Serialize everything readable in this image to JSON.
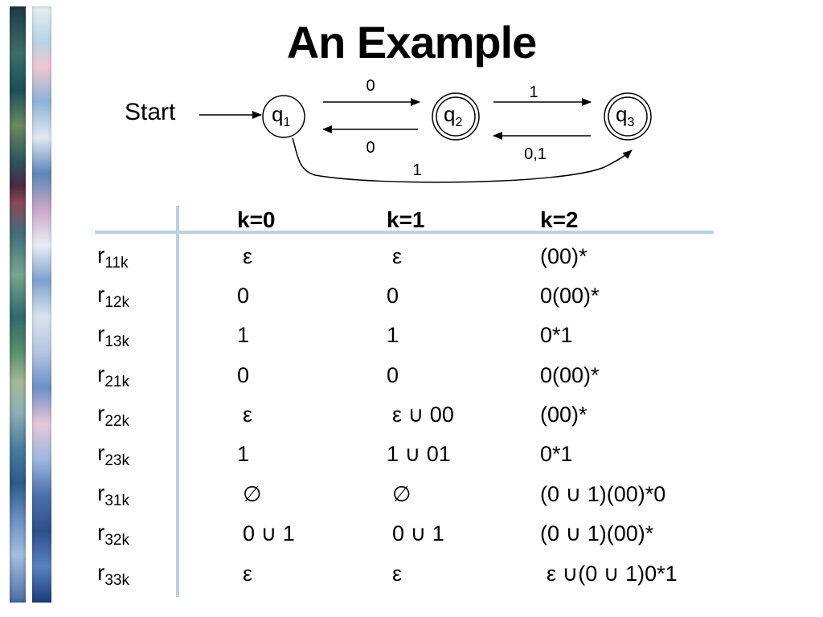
{
  "title": "An Example",
  "diagram": {
    "start_label": "Start",
    "states": [
      {
        "name": "q",
        "sub": "1",
        "accepting": false
      },
      {
        "name": "q",
        "sub": "2",
        "accepting": true
      },
      {
        "name": "q",
        "sub": "3",
        "accepting": true
      }
    ],
    "edge_labels": {
      "q1_to_q2": "0",
      "q2_to_q1": "0",
      "q2_to_q3": "1",
      "q3_to_q2": "0,1",
      "q1_to_q3": "1"
    }
  },
  "table": {
    "headers": [
      "k=0",
      "k=1",
      "k=2"
    ],
    "rows": [
      {
        "r": "r",
        "sub": "11k",
        "cells": [
          "ε",
          "ε",
          "(00)*"
        ]
      },
      {
        "r": "r",
        "sub": "12k",
        "cells": [
          "0",
          "0",
          "0(00)*"
        ]
      },
      {
        "r": "r",
        "sub": "13k",
        "cells": [
          "1",
          "1",
          "0*1"
        ]
      },
      {
        "r": "r",
        "sub": "21k",
        "cells": [
          "0",
          "0",
          "0(00)*"
        ]
      },
      {
        "r": "r",
        "sub": "22k",
        "cells": [
          "ε",
          "ε ∪ 00",
          "(00)*"
        ]
      },
      {
        "r": "r",
        "sub": "23k",
        "cells": [
          "1",
          "1 ∪ 01",
          "0*1"
        ]
      },
      {
        "r": "r",
        "sub": "31k",
        "cells": [
          "∅",
          "∅",
          "(0 ∪ 1)(00)*0"
        ]
      },
      {
        "r": "r",
        "sub": "32k",
        "cells": [
          "0 ∪ 1",
          "0 ∪ 1",
          "(0 ∪ 1)(00)*"
        ]
      },
      {
        "r": "r",
        "sub": "33k",
        "cells": [
          "ε",
          "ε",
          "ε ∪(0 ∪ 1)0*1"
        ]
      }
    ]
  }
}
